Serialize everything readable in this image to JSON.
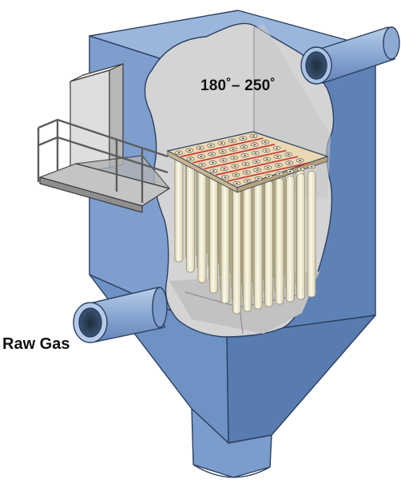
{
  "labels": {
    "temperature": "180˚– 250˚",
    "inlet": "Raw Gas"
  },
  "figure": {
    "subject": "baghouse-filter-cutaway",
    "icons": [
      "inlet-pipe-icon",
      "outlet-pipe-icon",
      "platform-railing-icon",
      "filter-bag-icon",
      "tube-sheet-icon",
      "hopper-icon"
    ]
  },
  "colors": {
    "housing_front": "#7e9fce",
    "housing_side": "#5f82b6",
    "housing_top": "#9ab6dd",
    "interior": "#d4d4d4",
    "filter_bag": "#f4efd6",
    "tube_sheet": "#ead8b5",
    "sheet_line": "#c8312e",
    "platform": "#bdbdbd",
    "enclosure": "#dcdcdc"
  }
}
